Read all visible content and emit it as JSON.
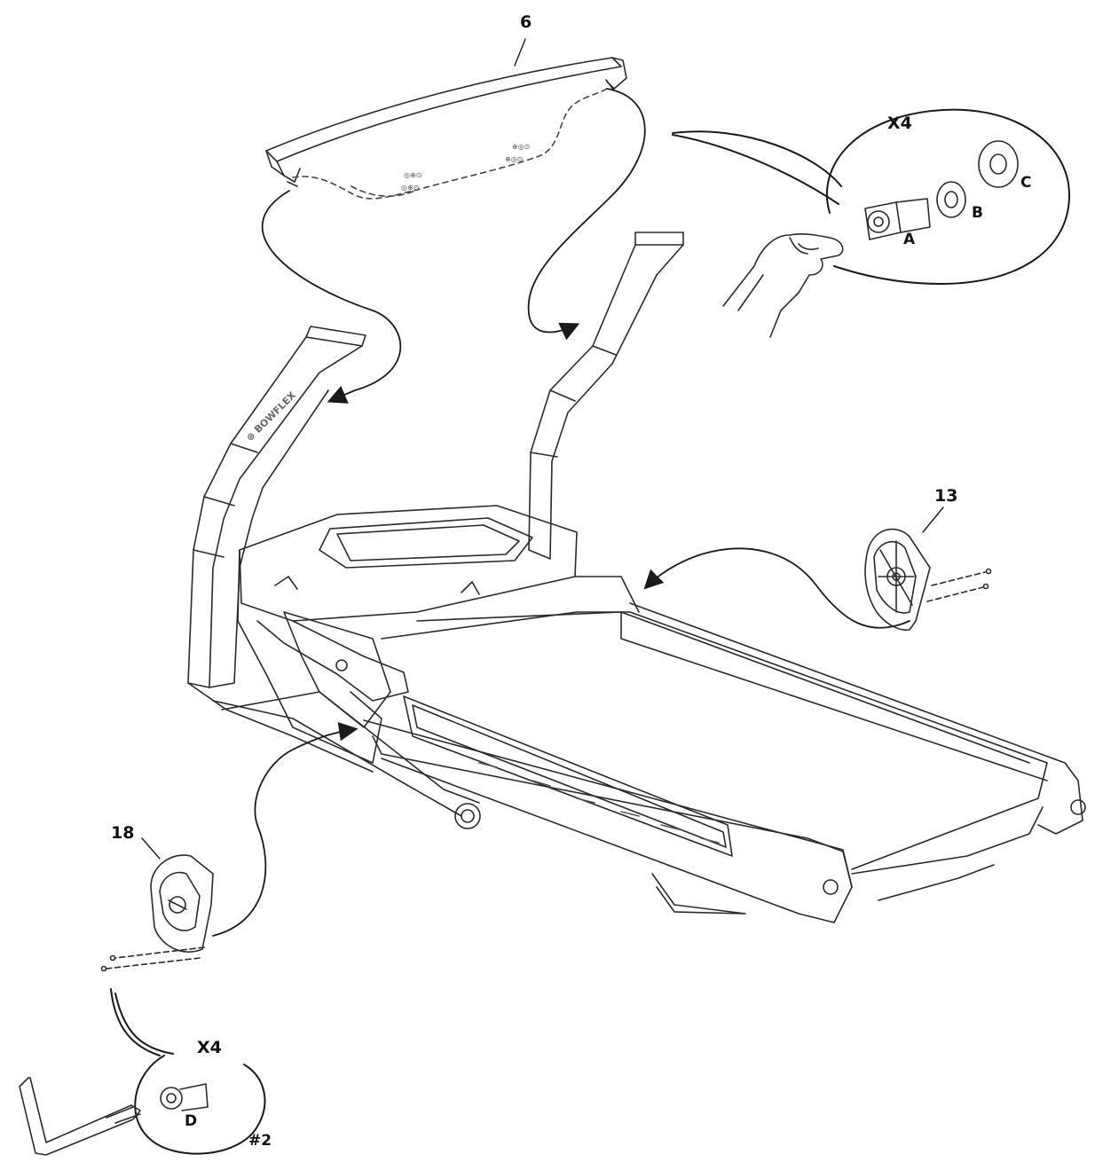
{
  "callouts": {
    "part_6": "6",
    "part_13": "13",
    "part_18": "18",
    "qty_top": "X4",
    "qty_bottom": "X4",
    "hw_a": "A",
    "hw_b": "B",
    "hw_c": "C",
    "hw_d": "D",
    "tool_size": "#2"
  },
  "colors": {
    "line": "#1a1a1a",
    "stroke_light": "#555555",
    "background": "#ffffff"
  },
  "icons": [
    "hand-tighten-icon",
    "hex-key-icon",
    "bolt-icon",
    "lock-washer-icon",
    "flat-washer-icon"
  ]
}
